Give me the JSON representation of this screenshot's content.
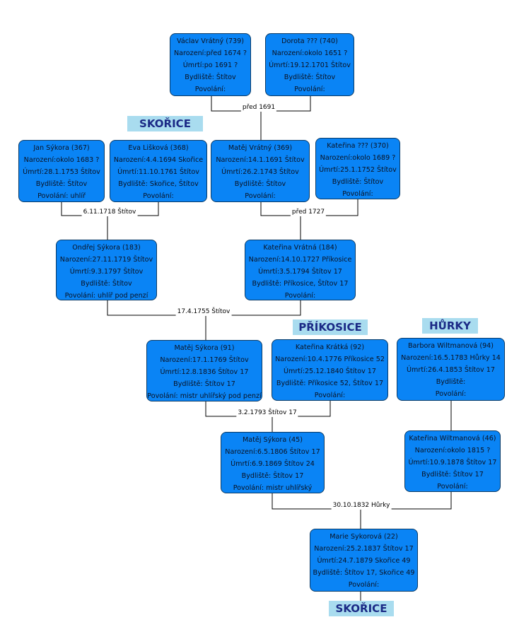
{
  "persons": {
    "vaclav": [
      "Václav Vrátný (739)",
      "Narození:před 1674 ?",
      "Úmrtí:po 1691  ?",
      "Bydliště: Štítov",
      "Povolání:"
    ],
    "dorota": [
      "Dorota ??? (740)",
      "Narození:okolo 1651 ?",
      "Úmrtí:19.12.1701 Štítov",
      "Bydliště: Štítov",
      "Povolání:"
    ],
    "jan": [
      "Jan Sýkora (367)",
      "Narození:okolo 1683 ?",
      "Úmrtí:28.1.1753  Štítov",
      "Bydliště: Štítov",
      "Povolání: uhlíř"
    ],
    "eva": [
      "Eva Lišková (368)",
      "Narození:4.4.1694 Skořice",
      "Úmrtí:11.10.1761 Štítov",
      "Bydliště: Skořice, Štítov",
      "Povolání:"
    ],
    "matej369": [
      "Matěj  Vrátný (369)",
      "Narození:14.1.1691 Štítov",
      "Úmrtí:26.2.1743 Štítov",
      "Bydliště: Štítov",
      "Povolání:"
    ],
    "katerina370": [
      "Kateřina ??? (370)",
      "Narození:okolo 1689 ?",
      "Úmrtí:25.1.1752  Štítov",
      "Bydliště: Štítov",
      "Povolání:"
    ],
    "ondrej": [
      "Ondřej Sýkora  (183)",
      "Narození:27.11.1719 Štítov",
      "Úmrtí:9.3.1797  Štítov",
      "Bydliště: Štítov",
      "Povolání: uhlíř pod penzí"
    ],
    "katerina184": [
      "Kateřina Vrátná (184)",
      "Narození:14.10.1727 Příkosice",
      "Úmrtí:3.5.1794  Štítov 17",
      "Bydliště: Příkosice, Štítov 17",
      "Povolání:"
    ],
    "matej91": [
      "Matěj Sýkora (91)",
      "Narození:17.1.1769 Štítov",
      "Úmrtí:12.8.1836  Štítov 17",
      "Bydliště: Štítov 17",
      "Povolání: mistr uhlířský pod penzí"
    ],
    "katerina92": [
      "Kateřina Krátká (92)",
      "Narození:10.4.1776 Příkosice 52",
      "Úmrtí:25.12.1840  Štítov 17",
      "Bydliště: Příkosice 52, Štítov 17",
      "Povolání:"
    ],
    "barbora": [
      "Barbora Wiltmanová (94)",
      "Narození:16.5.1783 Hůrky 14",
      "Úmrtí:26.4.1853  Štítov 17",
      "Bydliště:",
      "Povolání:"
    ],
    "matej45": [
      "Matěj Sýkora (45)",
      "Narození:6.5.1806 Štítov 17",
      "Úmrtí:6.9.1869  Štítov 24",
      "Bydliště: Štítov 17",
      "Povolání: mistr uhlířský"
    ],
    "katerina46": [
      "Kateřina Wiltmanová (46)",
      "Narození:okolo 1815 ?",
      "Úmrtí:10.9.1878  Štítov 17",
      "Bydliště: Štítov 17",
      "Povolání:"
    ],
    "marie": [
      "Marie Sykorová (22)",
      "Narození:25.2.1837 Štítov 17",
      "Úmrtí:24.7.1879  Skořice 49",
      "Bydliště: Štítov 17, Skořice 49",
      "Povolání:"
    ]
  },
  "marriages": {
    "m1": "před 1691",
    "m2": "6.11.1718 Štítov",
    "m3": "před 1727",
    "m4": "17.4.1755 Štítov",
    "m5": "3.2.1793 Štítov 17",
    "m6": "30.10.1832 Hůrky"
  },
  "places": {
    "skorice_top": "SKOŘICE",
    "prikosice": "PŘÍKOSICE",
    "hurky": "HŮRKY",
    "skorice_bottom": "SKOŘICE"
  },
  "colors": {
    "box_fill": "#0a84f5",
    "box_border": "#0b3b66",
    "place_fill": "#a9dcef",
    "place_text": "#1b2a86",
    "connector": "#000000"
  }
}
